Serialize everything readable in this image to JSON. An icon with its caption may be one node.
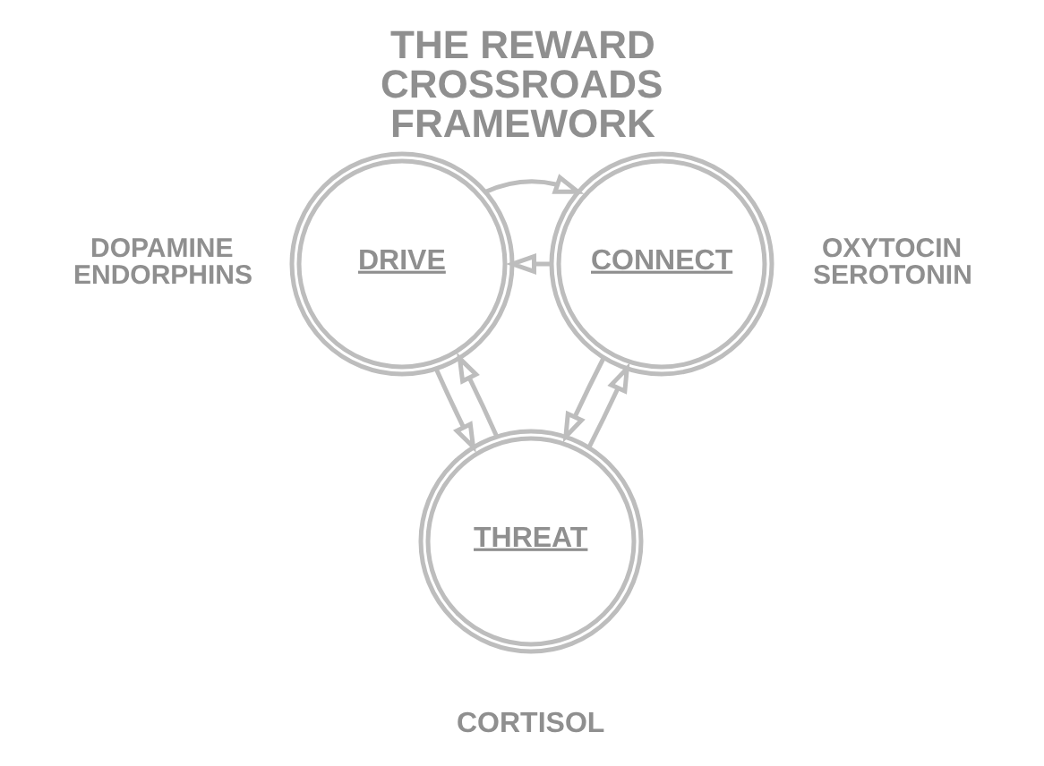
{
  "diagram": {
    "title": "THE REWARD CROSSROADS FRAMEWORK",
    "nodes": [
      {
        "text": [
          "DRIVE"
        ],
        "beside": [
          "DOPAMINE",
          "ENDORPHINS"
        ]
      },
      {
        "text": [
          "CONNECT"
        ],
        "beside": [
          "OXYTOCIN",
          "SEROTONIN"
        ]
      },
      {
        "text": [
          "THREAT"
        ],
        "beside": [
          "CORTISOL"
        ]
      }
    ],
    "edges": [
      {
        "from": 1,
        "to": 0,
        "arrow": "to"
      },
      {
        "from": 0,
        "to": 1,
        "arrow": "to"
      },
      {
        "from": 0,
        "to": 2,
        "arrow": "to"
      },
      {
        "from": 2,
        "to": 0,
        "arrow": "to"
      },
      {
        "from": 2,
        "to": 1,
        "arrow": "to"
      },
      {
        "from": 1,
        "to": 2,
        "arrow": "to"
      }
    ]
  }
}
